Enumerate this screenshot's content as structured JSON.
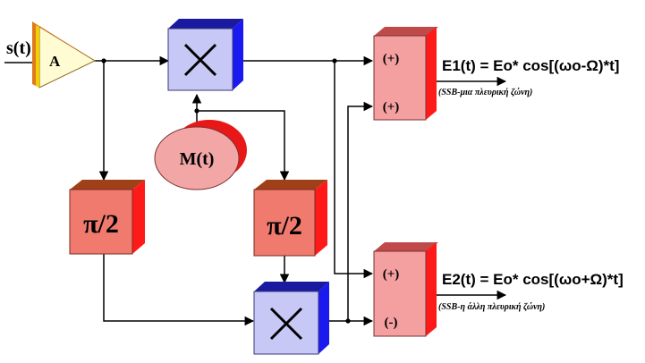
{
  "input": {
    "signal_label": "s(t)",
    "amplifier_label": "A"
  },
  "oscillator": {
    "label": "M(t)"
  },
  "phase_shifter_top": {
    "label": "π/2"
  },
  "phase_shifter_bottom": {
    "label": "π/2"
  },
  "adder_top": {
    "sign_top": "(+)",
    "sign_bottom": "(+)"
  },
  "adder_bottom": {
    "sign_top": "(+)",
    "sign_bottom": "(-)"
  },
  "output_top": {
    "equation": "E1(t) = Eo* cos[(ωo-Ω)*t]",
    "note": "(SSB-μια πλευρική ζώνη)"
  },
  "output_bottom": {
    "equation": "E2(t) = Eo* cos[(ωo+Ω)*t]",
    "note": "(SSB-η άλλη πλευρική ζώνη)"
  },
  "colors": {
    "mixer_front": "#c8c8f6",
    "mixer_top": "#1a1aa0",
    "mixer_side": "#1a1af0",
    "phase_front": "#f07a6e",
    "phase_top": "#a04018",
    "phase_side": "#ff1a1a",
    "adder_front": "#f4a0a0",
    "adder_top": "#c04a4a",
    "adder_side": "#ff1a1a",
    "amp_fill": "#fffbd2",
    "amp_edge": "#f0d000",
    "amp_stripe": "#e07820",
    "osc_front": "#f2a6a6",
    "osc_back": "#e81818"
  }
}
